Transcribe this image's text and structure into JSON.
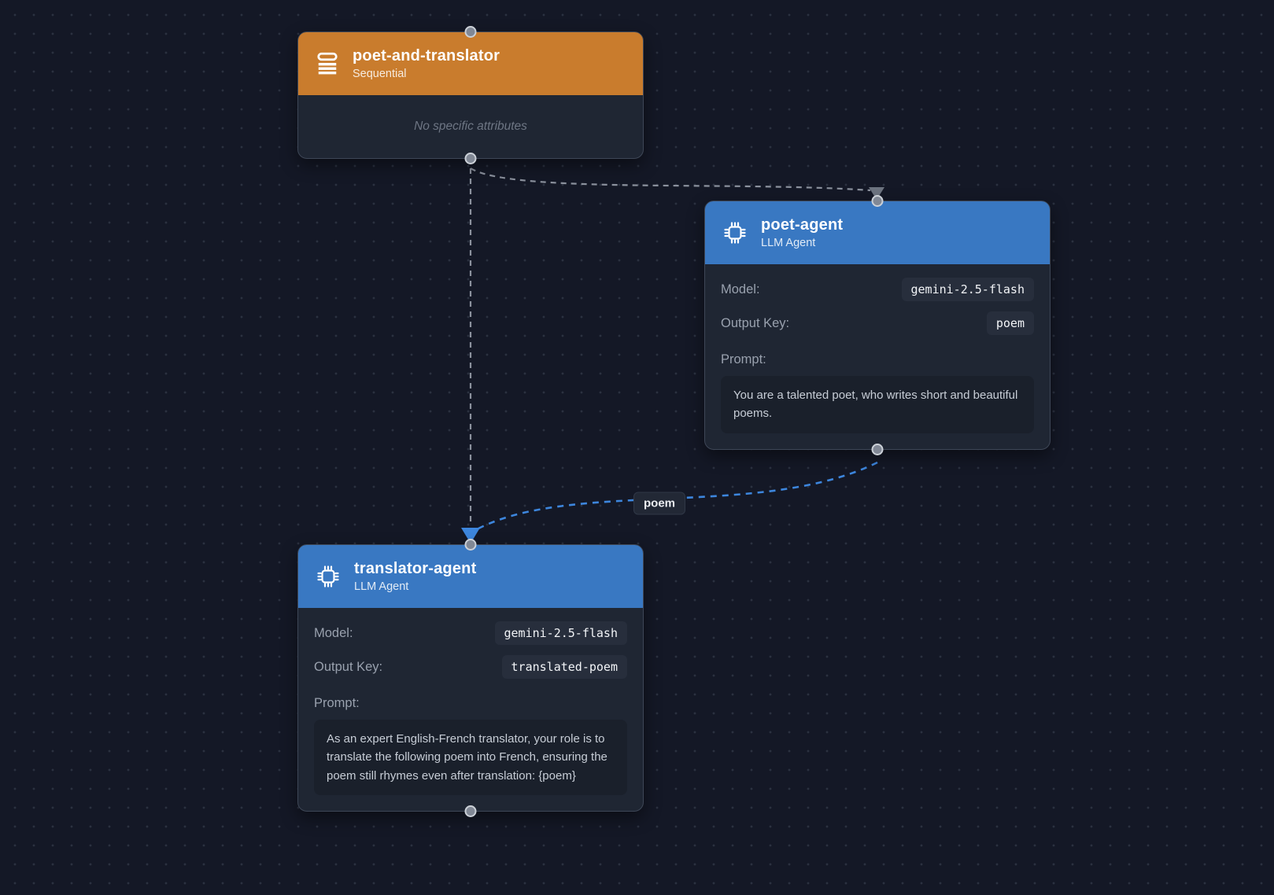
{
  "canvas": {
    "bg_color": "#141826",
    "dot_color": "#2b3140"
  },
  "nodes": {
    "sequential": {
      "title": "poet-and-translator",
      "subtitle": "Sequential",
      "empty_note": "No specific attributes",
      "header_color": "#c97c2d",
      "icon": "list-icon"
    },
    "poet_agent": {
      "title": "poet-agent",
      "subtitle": "LLM Agent",
      "header_color": "#3978c2",
      "icon": "chip-icon",
      "model_label": "Model:",
      "model_value": "gemini-2.5-flash",
      "output_key_label": "Output Key:",
      "output_key_value": "poem",
      "prompt_label": "Prompt:",
      "prompt_text": "You are a talented poet, who writes short and beautiful poems."
    },
    "translator_agent": {
      "title": "translator-agent",
      "subtitle": "LLM Agent",
      "header_color": "#3978c2",
      "icon": "chip-icon",
      "model_label": "Model:",
      "model_value": "gemini-2.5-flash",
      "output_key_label": "Output Key:",
      "output_key_value": "translated-poem",
      "prompt_label": "Prompt:",
      "prompt_text": "As an expert English-French translator, your role is to translate the following poem into French, ensuring the poem still rhymes even after translation: {poem}"
    }
  },
  "edges": {
    "sequential_to_poet": {
      "style": "dashed",
      "color": "#8b919d"
    },
    "sequential_to_translator": {
      "style": "dashed",
      "color": "#8b919d"
    },
    "poet_to_translator": {
      "style": "dashed",
      "color": "#3d86dd",
      "label": "poem"
    }
  }
}
